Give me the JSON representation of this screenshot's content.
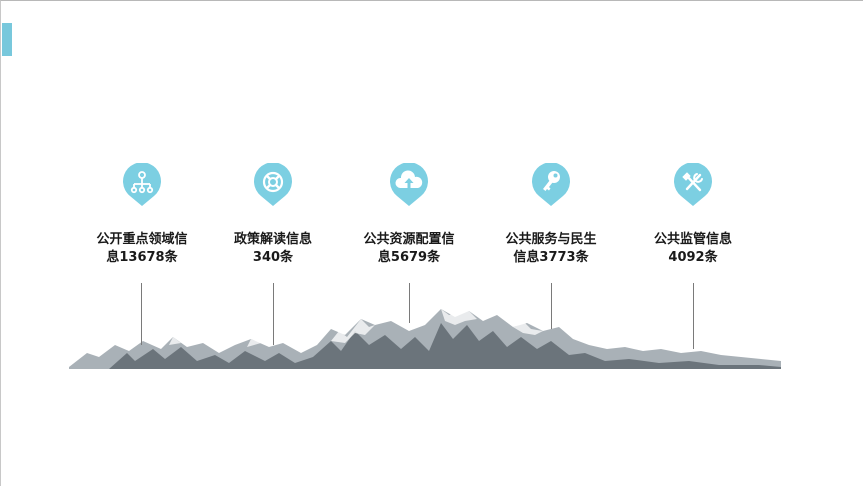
{
  "theme": {
    "accent": "#7ccfe2",
    "line": "#7a7a7a",
    "mountain": "#8e979e",
    "mountain_shadow": "#5d666d"
  },
  "items": [
    {
      "line1": "公开重点领域信",
      "line2": "息13678条",
      "icon": "org-tree-icon"
    },
    {
      "line1": "政策解读信息",
      "line2": "340条",
      "icon": "lifebuoy-icon"
    },
    {
      "line1": "公共资源配置信",
      "line2": "息5679条",
      "icon": "cloud-upload-icon"
    },
    {
      "line1": "公共服务与民生",
      "line2": "信息3773条",
      "icon": "key-icon"
    },
    {
      "line1": "公共监管信息",
      "line2": "4092条",
      "icon": "tools-icon"
    }
  ]
}
